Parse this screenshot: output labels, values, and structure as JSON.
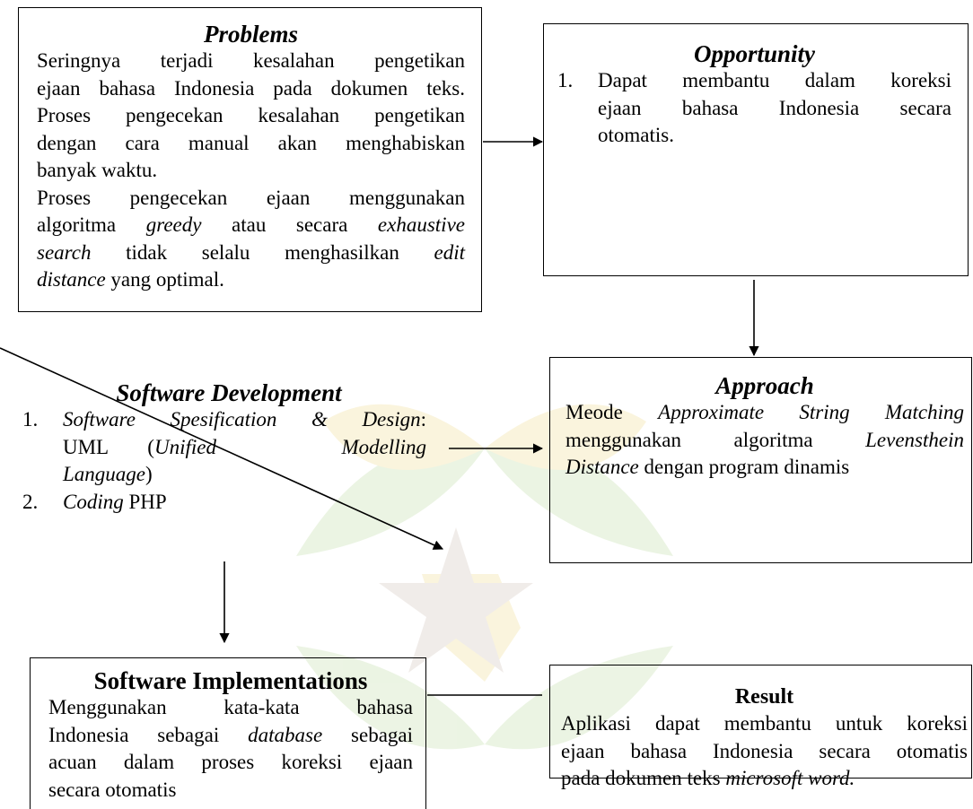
{
  "colors": {
    "line": "#000000",
    "watermark_green": "#d4e7c3",
    "watermark_yellow": "#f4e7b4",
    "watermark_star": "#e0d6cf"
  },
  "problems": {
    "title": "Problems",
    "lines": [
      "Seringnya terjadi kesalahan pengetikan",
      "ejaan bahasa Indonesia pada dokumen teks.",
      "Proses pengecekan kesalahan pengetikan",
      "dengan cara manual akan menghabiskan",
      "banyak waktu.",
      "Proses pengecekan ejaan menggunakan"
    ],
    "line7": {
      "a": "algoritma ",
      "b": "greedy",
      "c": " atau secara ",
      "d": "exhaustive"
    },
    "line8": {
      "a": "search",
      "b": " tidak selalu menghasilkan ",
      "c": "edit"
    },
    "line9": {
      "a": "distance",
      "b": " yang optimal."
    }
  },
  "opportunity": {
    "title": "Opportunity",
    "item_number": "1.",
    "item_lines": [
      "Dapat membantu dalam koreksi",
      "ejaan bahasa Indonesia secara",
      "otomatis."
    ]
  },
  "software_development": {
    "title": "Software Development",
    "item1_number": "1.",
    "item1_line1": {
      "a": "Software Spesification & Design",
      "b": ":"
    },
    "item1_line2": {
      "a": "UML",
      "b": "(",
      "c": "Unified",
      "d": "Modelling"
    },
    "item1_line3": {
      "a": "Language",
      "b": ")"
    },
    "item2_number": "2.",
    "item2": {
      "a": "Coding",
      "b": " PHP"
    }
  },
  "approach": {
    "title": "Approach",
    "line1": {
      "a": "Meode ",
      "b": "Approximate String Matching"
    },
    "line2": {
      "a": "menggunakan algoritma ",
      "b": "Levensthein"
    },
    "line3": {
      "a": "Distance",
      "b": " dengan program dinamis"
    }
  },
  "implementations": {
    "title": "Software Implementations",
    "line1": "Menggunakan kata-kata bahasa",
    "line2": {
      "a": "Indonesia sebagai ",
      "b": "database",
      "c": " sebagai"
    },
    "line3": "acuan dalam proses koreksi ejaan",
    "line4": "secara otomatis"
  },
  "result": {
    "title": "Result",
    "line1": "Aplikasi dapat membantu untuk koreksi",
    "line2": "ejaan bahasa Indonesia secara otomatis",
    "line3": {
      "a": "pada dokumen teks ",
      "b": "microsoft word."
    }
  }
}
